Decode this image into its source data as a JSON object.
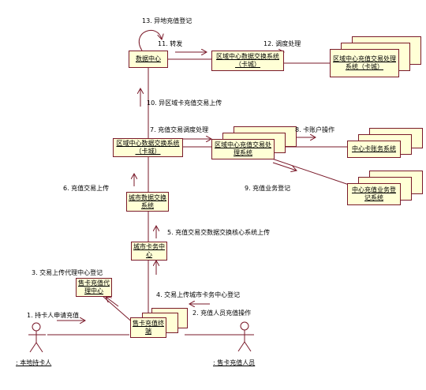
{
  "nodes": {
    "data_center": "数据中心",
    "regional_exchange_top": "区域中心数据交换系统（卡城）",
    "regional_recharge_top": "区域中心充值交易处理系统（卡城）",
    "regional_exchange_mid": "区域中心数据交换系统（卡城）",
    "regional_recharge_mid": "区域中心充值交易处理系统",
    "center_card_service": "中心卡账务系统",
    "center_recharge_register": "中心充值业务登记系统",
    "city_exchange": "城市数据交换系统",
    "city_card_service": "城市卡务中心",
    "agent_center": "售卡充值代理中心",
    "terminal": "售卡充值终端"
  },
  "actors": {
    "cardholder": ": 本地持卡人",
    "operator": ": 售卡充值人员"
  },
  "messages": {
    "m1": "1. 持卡人申请充值",
    "m2": "2. 充值人员充值操作",
    "m3": "3. 交易上传代理中心登记",
    "m4": "4. 交易上传城市卡务中心登记",
    "m5": "5. 充值交易交数据交换核心系统上传",
    "m6": "6. 充值交易上传",
    "m7": "7. 充值交易调度处理",
    "m8": "8. 卡账户操作",
    "m9": "9. 充值业务登记",
    "m10": "10. 异区域卡充值交易上传",
    "m11": "11. 转发",
    "m12": "12. 调度处理",
    "m13": "13. 异地充值登记"
  }
}
